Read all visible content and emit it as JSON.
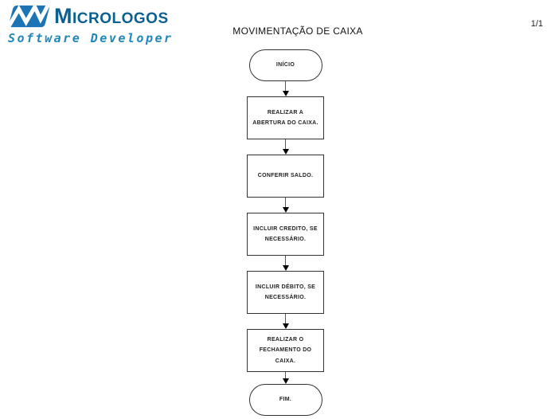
{
  "page": {
    "title": "MOVIMENTAÇÃO DE CAIXA",
    "page_number": "1/1"
  },
  "logo": {
    "brand": "Micrologos",
    "tagline": "Software Developer"
  },
  "colors": {
    "logo_blue": "#1d74b4",
    "brand_text": "#0b608f",
    "tagline_text": "#2187b8",
    "box_border": "#333333",
    "connector_line": "#595959",
    "arrowhead": "#000000"
  },
  "flowchart": {
    "nodes": [
      {
        "id": "start",
        "type": "terminator",
        "label": "INÍCIO"
      },
      {
        "id": "step-1",
        "type": "process",
        "label": "REALIZAR A ABERTURA DO CAIXA."
      },
      {
        "id": "step-2",
        "type": "process",
        "label": "CONFERIR SALDO."
      },
      {
        "id": "step-3",
        "type": "process",
        "label": "INCLUIR CREDITO, SE NECESSÁRIO."
      },
      {
        "id": "step-4",
        "type": "process",
        "label": "INCLUIR DÉBITO, SE NECESSÁRIO."
      },
      {
        "id": "step-5",
        "type": "process",
        "label": "REALIZAR O FECHAMENTO DO CAIXA."
      },
      {
        "id": "end",
        "type": "terminator",
        "label": "FIM."
      }
    ]
  }
}
